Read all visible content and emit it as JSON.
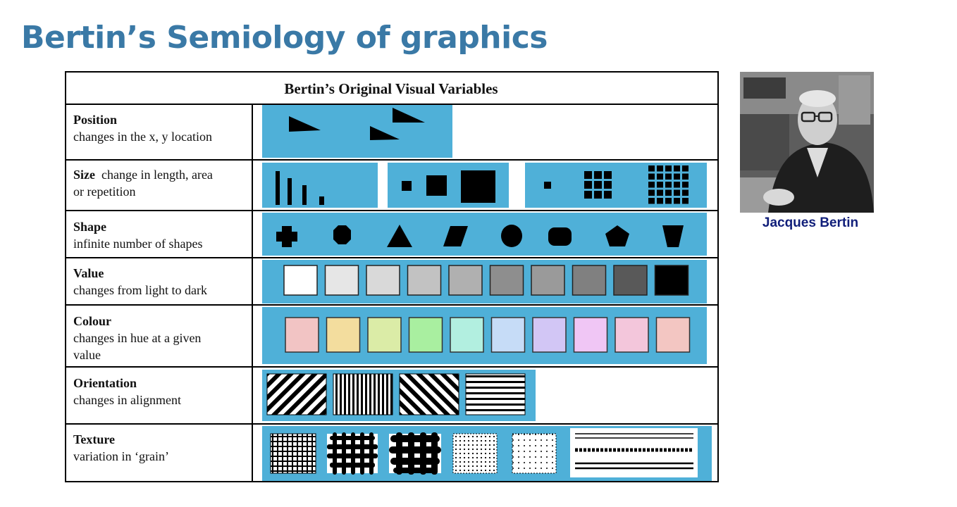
{
  "slide_title": "Bertin’s Semiology of graphics",
  "table": {
    "title": "Bertin’s Original Visual Variables",
    "rows": [
      {
        "name": "Position",
        "desc_lines": [
          "changes in the x, y location"
        ]
      },
      {
        "name": "Size",
        "desc_lines": [
          "change in length, area",
          "or repetition"
        ]
      },
      {
        "name": "Shape",
        "desc_lines": [
          "infinite number of shapes"
        ]
      },
      {
        "name": "Value",
        "desc_lines": [
          "changes from light to dark"
        ]
      },
      {
        "name": "Colour",
        "desc_lines": [
          "changes in hue at a given",
          "value"
        ]
      },
      {
        "name": "Orientation",
        "desc_lines": [
          "changes in alignment"
        ]
      },
      {
        "name": "Texture",
        "desc_lines": [
          "variation in ‘grain’"
        ]
      }
    ]
  },
  "colors": {
    "title": "#3a79a6",
    "panel": "#4fb0d8",
    "caption": "#111f7a",
    "value_swatches": [
      "#ffffff",
      "#e6e6e6",
      "#d9d9d9",
      "#c2c2c2",
      "#b0b0b0",
      "#8e8e8e",
      "#9a9a9a",
      "#808080",
      "#595959",
      "#000000"
    ],
    "colour_swatches": [
      "#f2c4c4",
      "#f3dd9e",
      "#dbeca7",
      "#a9efa0",
      "#b2efe0",
      "#c6dcf7",
      "#d2c6f5",
      "#f0c6f5",
      "#f3c6db",
      "#f3c6c2"
    ]
  },
  "shape_icons": [
    "cross-icon",
    "octagon-icon",
    "triangle-icon",
    "parallelogram-icon",
    "circle-icon",
    "rounded-hexagon-icon",
    "pentagon-icon",
    "trapezoid-icon"
  ],
  "photo": {
    "caption": "Jacques Bertin"
  }
}
